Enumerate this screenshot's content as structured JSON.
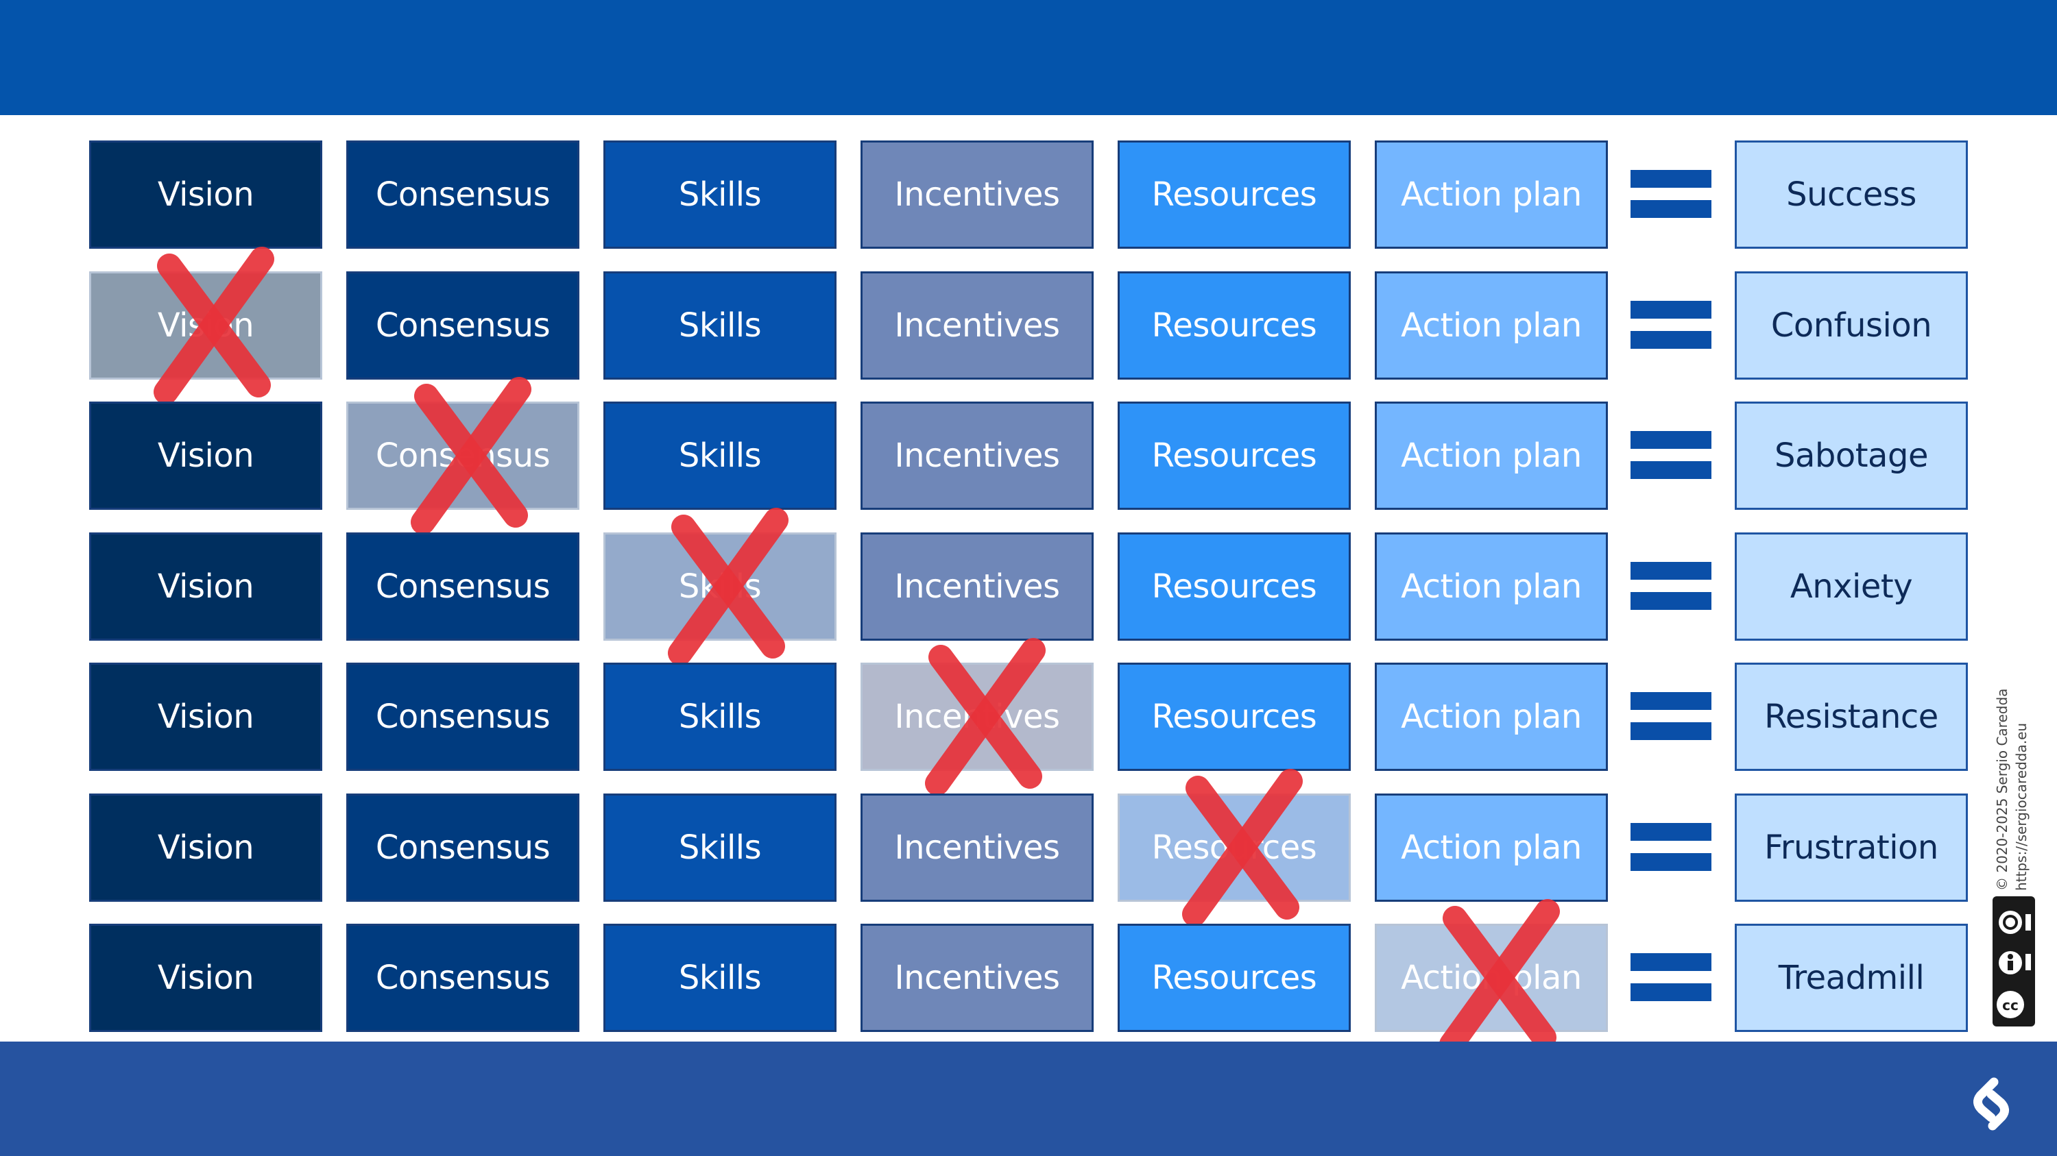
{
  "columns": [
    "Vision",
    "Consensus",
    "Skills",
    "Incentives",
    "Resources",
    "Action plan"
  ],
  "rows": [
    {
      "missing": -1,
      "result": "Success"
    },
    {
      "missing": 0,
      "result": "Confusion"
    },
    {
      "missing": 1,
      "result": "Sabotage"
    },
    {
      "missing": 2,
      "result": "Anxiety"
    },
    {
      "missing": 3,
      "result": "Resistance"
    },
    {
      "missing": 4,
      "result": "Frustration"
    },
    {
      "missing": 5,
      "result": "Treadmill"
    }
  ],
  "colors": {
    "column_fill": [
      "#002f5f",
      "#003b7f",
      "#0652ad",
      "#6f87b8",
      "#2e93f8",
      "#74b6ff"
    ],
    "column_faded": [
      "#8a9bad",
      "#8ea1bd",
      "#94aacb",
      "#b3b9cc",
      "#9bbbe6",
      "#b3c7e2"
    ],
    "result_fill": "#bfdfff",
    "cross": "#e8323a",
    "top_band": "#0454ab",
    "bottom_band": "#2653a0"
  },
  "icons": {
    "equals": "equals-icon",
    "cross": "cross-icon",
    "license": "cc-by-sa-icon",
    "logo": "brand-logo-icon"
  },
  "credit": {
    "copyright": "© 2020-2025 Sergio Caredda",
    "url": "https://sergiocaredda.eu"
  }
}
